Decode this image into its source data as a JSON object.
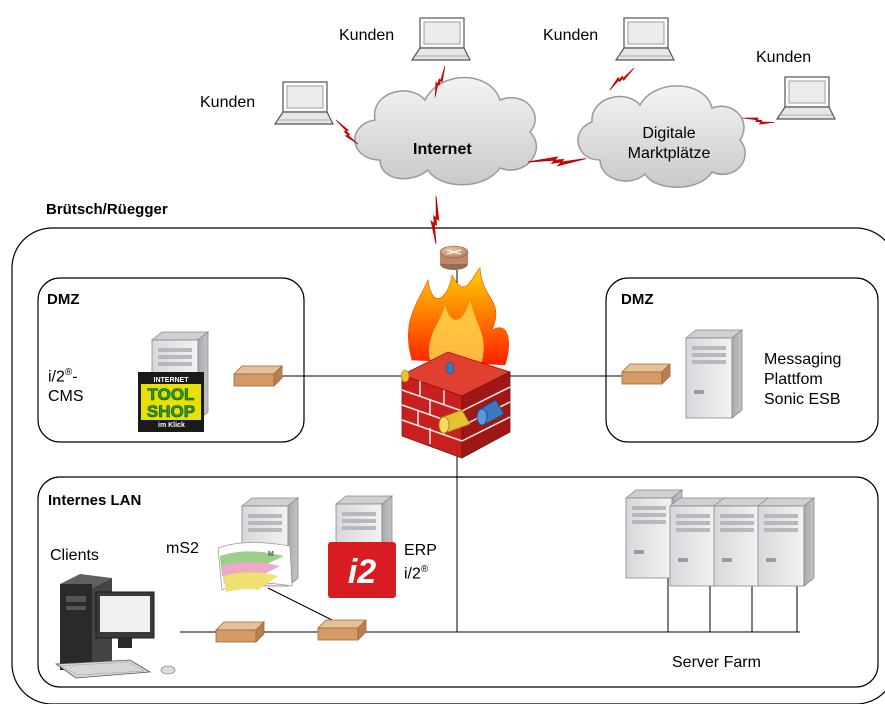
{
  "labels": {
    "kunden_1": "Kunden",
    "kunden_2": "Kunden",
    "kunden_3": "Kunden",
    "kunden_4": "Kunden",
    "internet": "Internet",
    "marktplaetze_1": "Digitale",
    "marktplaetze_2": "Marktplätze",
    "company": "Brütsch/Rüegger",
    "dmz_left": "DMZ",
    "dmz_right": "DMZ",
    "cms_1": "i/2",
    "cms_sup": "®",
    "cms_dash": "-",
    "cms_2": "CMS",
    "messaging_1": "Messaging",
    "messaging_2": "Plattfom",
    "messaging_3": "Sonic ESB",
    "lan": "Internes LAN",
    "clients": "Clients",
    "ms2": "mS2",
    "erp_1": "ERP",
    "erp_2": "i/2",
    "erp_sup": "®",
    "server_farm": "Server Farm",
    "toolshop_1": "INTERNET",
    "toolshop_2": "TOOL",
    "toolshop_3": "SHOP",
    "toolshop_4": "im Klick"
  },
  "colors": {
    "bolt": "#e00000",
    "cloud_fill": "#d4d4d4",
    "server_fill": "#e4e4e6",
    "switch_fill": "#dca877",
    "brick": "#c8201e",
    "router": "#c8967a"
  },
  "icons": [
    "laptop-icon",
    "cloud-icon",
    "lightning-icon",
    "router-icon",
    "firewall-icon",
    "server-icon",
    "switch-icon",
    "desktop-computer-icon",
    "logo-icon"
  ]
}
